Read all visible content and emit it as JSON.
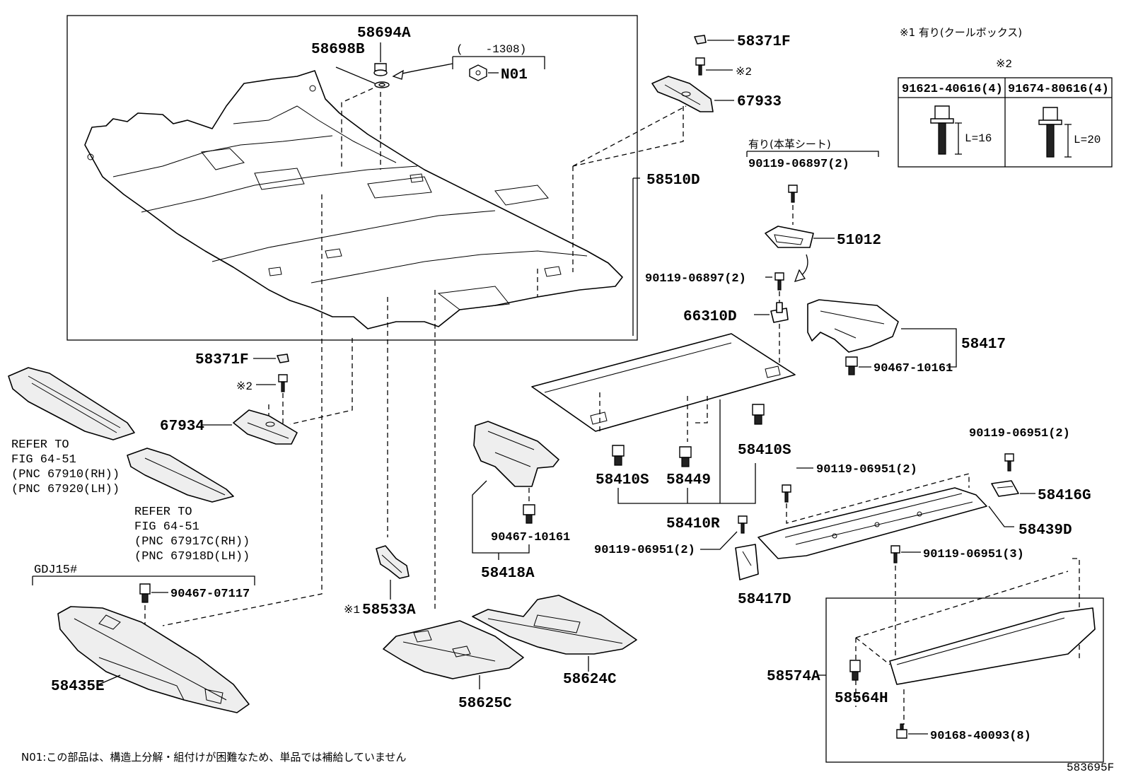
{
  "diagram": {
    "parts": {
      "p58694A": "58694A",
      "p58698B": "58698B",
      "p1308": "(　　-1308)",
      "pN01": "N01",
      "p58371F_top": "58371F",
      "pMark2_top": "※2",
      "p67933": "67933",
      "p58510D": "58510D",
      "leatherNote": "有り(本革シート)",
      "p90119_06897_2a": "90119-06897(2)",
      "p51012": "51012",
      "p90119_06897_2b": "90119-06897(2)",
      "p66310D": "66310D",
      "p58417": "58417",
      "p90467_10161_a": "90467-10161",
      "p58371F_mid": "58371F",
      "pMark2_mid": "※2",
      "p67934": "67934",
      "p58410S_a": "58410S",
      "p58449": "58449",
      "p58410S_b": "58410S",
      "p58410R": "58410R",
      "p90119_06951_2a": "90119-06951(2)",
      "p90119_06951_2b": "90119-06951(2)",
      "p58416G": "58416G",
      "p58439D": "58439D",
      "p90119_06951_2c": "90119-06951(2)",
      "p58417D": "58417D",
      "p90119_06951_3": "90119-06951(3)",
      "p90467_10161_b": "90467-10161",
      "p58418A": "58418A",
      "pMark1": "※1",
      "p58533A": "58533A",
      "p58624C": "58624C",
      "p58625C": "58625C",
      "pGDJ15": "GDJ15#",
      "p90467_07117": "90467-07117",
      "p58435E": "58435E",
      "p58574A": "58574A",
      "p58564H": "58564H",
      "p90168_40093": "90168-40093(8)"
    },
    "refs": {
      "ref1_l1": "REFER TO",
      "ref1_l2": "FIG 64-51",
      "ref1_l3": "(PNC 67910(RH))",
      "ref1_l4": "(PNC 67920(LH))",
      "ref2_l1": "REFER TO",
      "ref2_l2": "FIG 64-51",
      "ref2_l3": "(PNC 67917C(RH))",
      "ref2_l4": "(PNC 67918D(LH))"
    },
    "legend": {
      "note1": "※1 有り(クールボックス)",
      "mark2": "※2",
      "bolt1": "91621-40616(4)",
      "bolt2": "91674-80616(4)",
      "len1": "L=16",
      "len2": "L=20"
    },
    "footer": {
      "n01_note": "N01:この部品は、構造上分解・組付けが困難なため、単品では補給していません",
      "figure_id": "583695F"
    }
  }
}
